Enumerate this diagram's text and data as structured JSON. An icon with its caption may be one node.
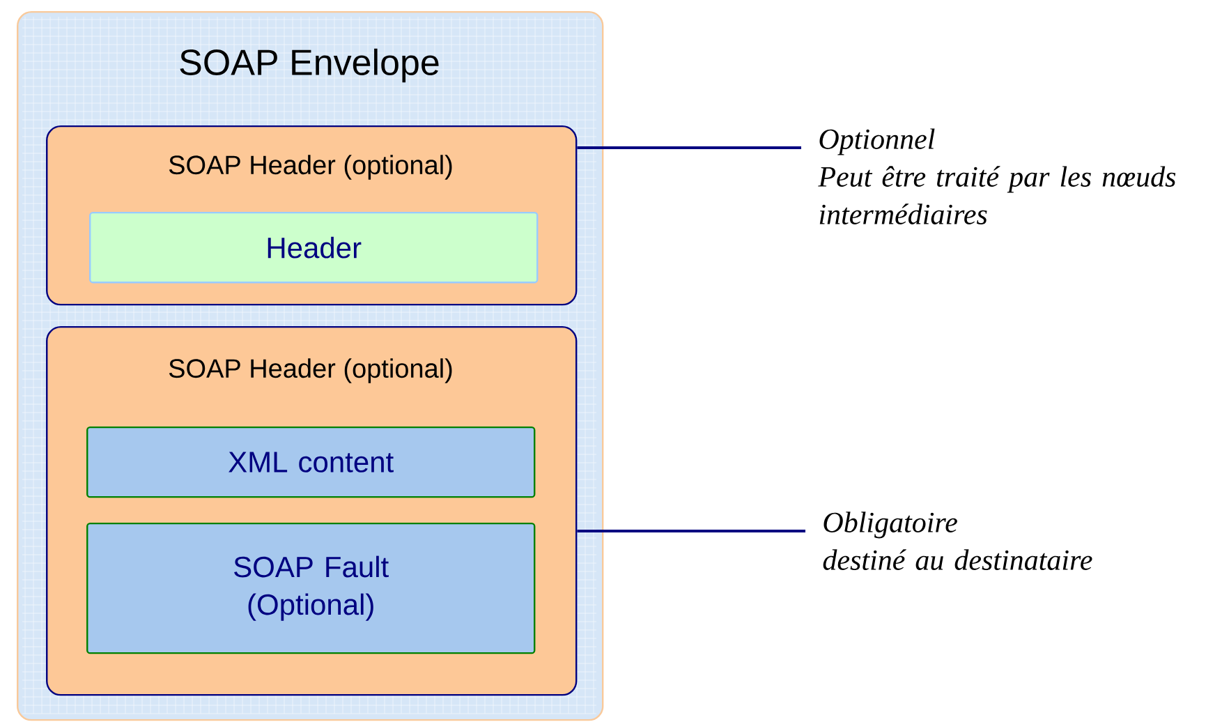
{
  "diagram": {
    "nodes": [
      {
        "text": [
          "SOAP Envelope"
        ]
      },
      {
        "text": [
          "SOAP Header (optional)"
        ],
        "in": 0
      },
      {
        "text": [
          "Header"
        ],
        "in": 1
      },
      {
        "text": [
          "SOAP Header (optional)"
        ],
        "in": 0
      },
      {
        "text": [
          "XML content"
        ],
        "in": 3
      },
      {
        "text": [
          "SOAP Fault (Optional)"
        ],
        "in": 3
      },
      {
        "text": [
          "Optionnel",
          "Peut être traité par les nœuds intermédiaires"
        ]
      },
      {
        "text": [
          "Obligatoire",
          "destiné au destinataire"
        ]
      }
    ],
    "edges": [
      {
        "from": 6,
        "to": 1,
        "arrow": "none"
      },
      {
        "from": 7,
        "to": 3,
        "arrow": "none"
      }
    ]
  }
}
